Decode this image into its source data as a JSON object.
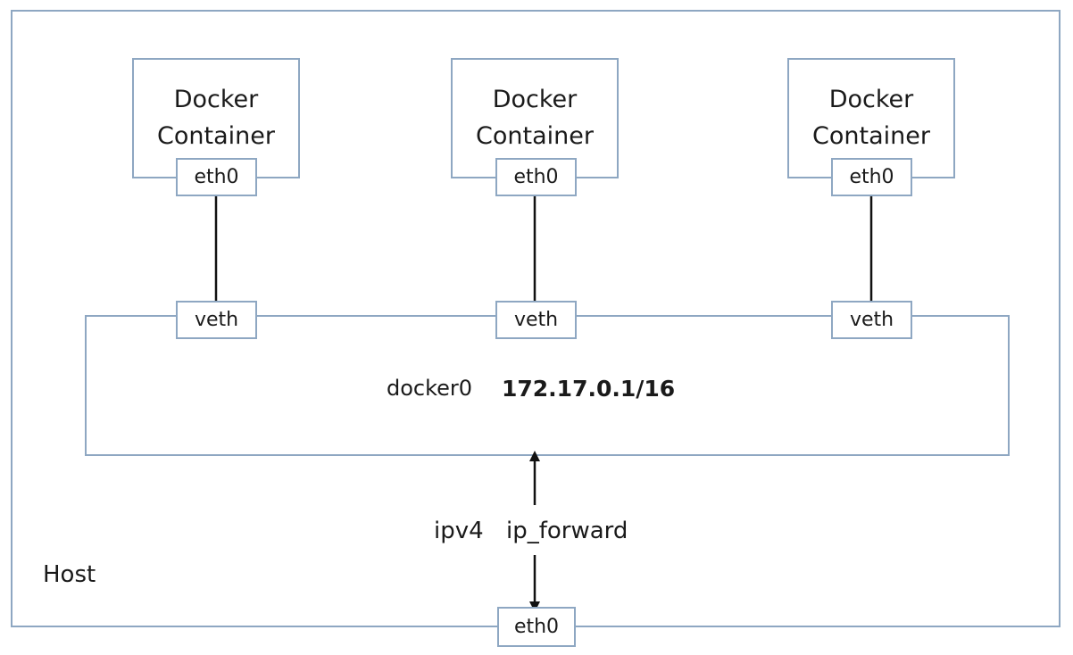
{
  "host": {
    "label": "Host",
    "eth_label": "eth0"
  },
  "containers": [
    {
      "title_line1": "Docker",
      "title_line2": "Container",
      "eth_label": "eth0",
      "veth_label": "veth"
    },
    {
      "title_line1": "Docker",
      "title_line2": "Container",
      "eth_label": "eth0",
      "veth_label": "veth"
    },
    {
      "title_line1": "Docker",
      "title_line2": "Container",
      "eth_label": "eth0",
      "veth_label": "veth"
    }
  ],
  "bridge": {
    "name": "docker0",
    "cidr": "172.17.0.1/16"
  },
  "forwarding": {
    "protocol": "ipv4",
    "setting": "ip_forward"
  },
  "colors": {
    "border": "#8ea7c2",
    "wire": "#111111",
    "text": "#1a1a1a"
  }
}
